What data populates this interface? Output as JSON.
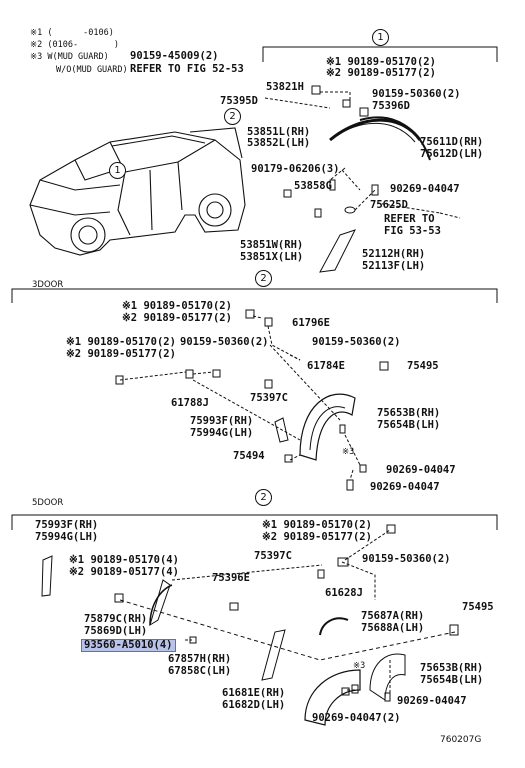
{
  "notes": {
    "n1": "※1 (      -0106)",
    "n2": "※2 (0106-       )",
    "n3a": "※3 W(MUD GUARD)",
    "n3a_part": "90159-45009(2)",
    "n3b": "W/O(MUD GUARD)",
    "n3b_ref": "REFER TO FIG 52-53"
  },
  "circles": {
    "c1": "1",
    "c2": "2"
  },
  "sections": {
    "door3": "3DOOR",
    "door5": "5DOOR"
  },
  "top": {
    "p1": "※1 90189-05170(2)",
    "p2": "※2 90189-05177(2)",
    "p3": "53821H",
    "p4": "90159-50360(2)",
    "p5": "75395D",
    "p6": "75396D",
    "p7": "53851L(RH)",
    "p8": "53852L(LH)",
    "p9": "75611D(RH)",
    "p10": "75612D(LH)",
    "p11": "90179-06206(3)",
    "p12": "53858G",
    "p13": "90269-04047",
    "p14": "75625D",
    "p15": "REFER TO",
    "p16": "FIG 53-53",
    "p17": "53851W(RH)",
    "p18": "53851X(LH)",
    "p19": "52112H(RH)",
    "p20": "52113F(LH)"
  },
  "mid": {
    "p1": "※1 90189-05170(2)",
    "p2": "※2 90189-05177(2)",
    "p3": "61796E",
    "p4": "※1 90189-05170(2)",
    "p5": "※2 90189-05177(2)",
    "p6": "90159-50360(2)",
    "p7": "90159-50360(2)",
    "p8": "61784E",
    "p9": "75495",
    "p10": "61788J",
    "p11": "75397C",
    "p12": "75993F(RH)",
    "p13": "75994G(LH)",
    "p14": "75653B(RH)",
    "p15": "75654B(LH)",
    "p16": "75494",
    "p17": "※3",
    "p18": "90269-04047",
    "p19": "90269-04047"
  },
  "bot": {
    "p1": "75993F(RH)",
    "p2": "75994G(LH)",
    "p3": "※1 90189-05170(2)",
    "p4": "※2 90189-05177(2)",
    "p5": "※1 90189-05170(4)",
    "p6": "※2 90189-05177(4)",
    "p7": "75397C",
    "p8": "90159-50360(2)",
    "p9": "61628J",
    "p10": "75396E",
    "p11": "75879C(RH)",
    "p12": "75869D(LH)",
    "p13": "75687A(RH)",
    "p14": "75688A(LH)",
    "p15": "75495",
    "p16": "93560-A5010(4)",
    "p17": "67857H(RH)",
    "p18": "67858C(LH)",
    "p19": "※3",
    "p20": "75653B(RH)",
    "p21": "75654B(LH)",
    "p22": "61681E(RH)",
    "p23": "61682D(LH)",
    "p24": "90269-04047",
    "p25": "90269-04047(2)"
  },
  "figure_id": "760207G"
}
